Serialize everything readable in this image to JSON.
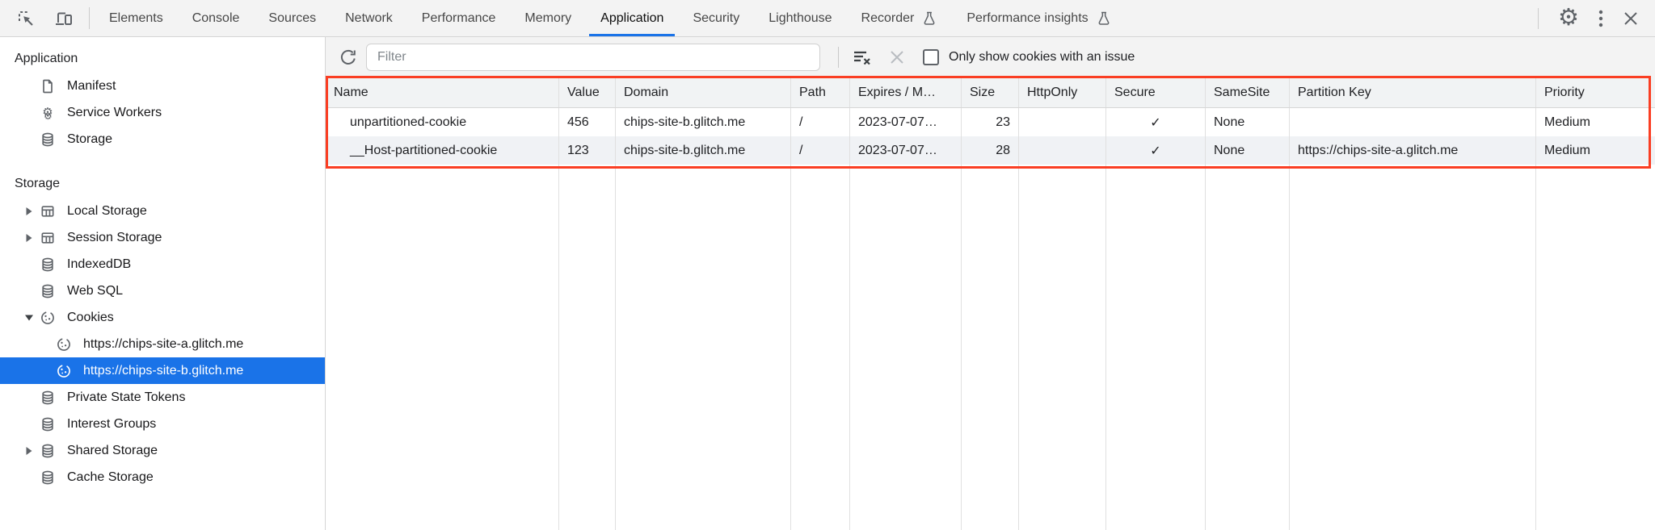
{
  "toolbar": {
    "tabs": [
      "Elements",
      "Console",
      "Sources",
      "Network",
      "Performance",
      "Memory",
      "Application",
      "Security",
      "Lighthouse",
      "Recorder",
      "Performance insights"
    ],
    "active_tab": "Application"
  },
  "icons": {
    "settings_glyph": "⚙",
    "service_workers_glyph_big": "⚙",
    "service_workers_glyph_small": "⚙"
  },
  "sidebar": {
    "sections": [
      {
        "title": "Application",
        "items": [
          {
            "label": "Manifest"
          },
          {
            "label": "Service Workers"
          },
          {
            "label": "Storage"
          }
        ]
      },
      {
        "title": "Storage",
        "items": [
          {
            "label": "Local Storage",
            "expander": "collapsed"
          },
          {
            "label": "Session Storage",
            "expander": "collapsed"
          },
          {
            "label": "IndexedDB"
          },
          {
            "label": "Web SQL"
          },
          {
            "label": "Cookies",
            "expander": "expanded"
          },
          {
            "label": "https://chips-site-a.glitch.me",
            "child": true
          },
          {
            "label": "https://chips-site-b.glitch.me",
            "child": true,
            "selected": true
          },
          {
            "label": "Private State Tokens"
          },
          {
            "label": "Interest Groups"
          },
          {
            "label": "Shared Storage",
            "expander": "collapsed"
          },
          {
            "label": "Cache Storage"
          }
        ]
      }
    ]
  },
  "cookies_panel": {
    "filter_placeholder": "Filter",
    "checkbox_label": "Only show cookies with an issue",
    "checkbox_checked": false,
    "table": {
      "columns": [
        "Name",
        "Value",
        "Domain",
        "Path",
        "Expires / M…",
        "Size",
        "HttpOnly",
        "Secure",
        "SameSite",
        "Partition Key",
        "Priority"
      ],
      "rows": [
        [
          "unpartitioned-cookie",
          "456",
          "chips-site-b.glitch.me",
          "/",
          "2023-07-07…",
          "23",
          "",
          "✓",
          "None",
          "",
          "Medium"
        ],
        [
          "__Host-partitioned-cookie",
          "123",
          "chips-site-b.glitch.me",
          "/",
          "2023-07-07…",
          "28",
          "",
          "✓",
          "None",
          "https://chips-site-a.glitch.me",
          "Medium"
        ]
      ]
    }
  },
  "colors": {
    "accent_blue": "#1a73e8",
    "selected_item_blue": "#1a73e8",
    "highlight_red": "#fa3e23",
    "toolbar_gray": "#f3f3f3",
    "header_row_gray": "#f1f3f4",
    "striped_row_gray": "#f0f2f5"
  }
}
